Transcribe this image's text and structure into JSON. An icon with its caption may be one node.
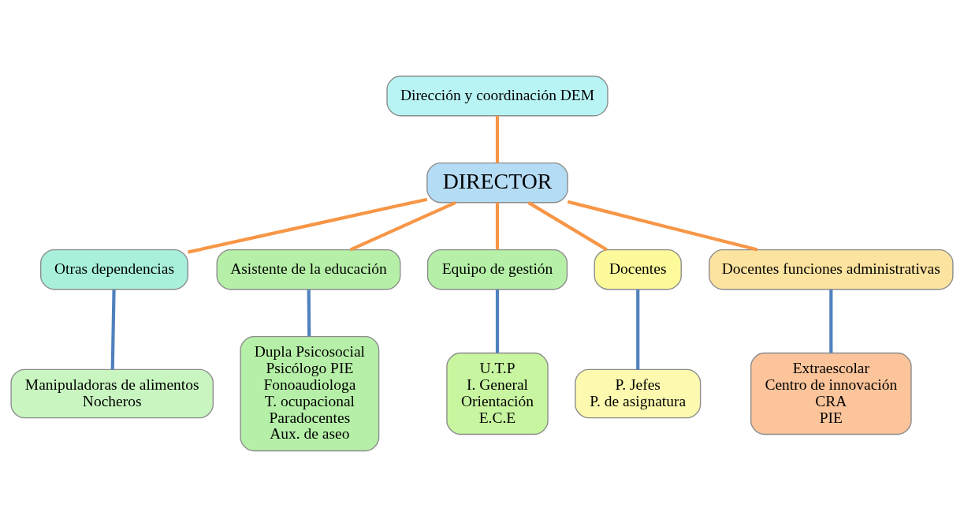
{
  "diagram": {
    "nodes": [
      {
        "text": [
          "Dirección y coordinación DEM"
        ]
      },
      {
        "text": [
          "DIRECTOR"
        ]
      },
      {
        "text": [
          "Otras dependencias"
        ]
      },
      {
        "text": [
          "Asistente de la educación"
        ]
      },
      {
        "text": [
          "Equipo de gestión"
        ]
      },
      {
        "text": [
          "Docentes"
        ]
      },
      {
        "text": [
          "Docentes funciones administrativas"
        ]
      },
      {
        "text": [
          "Manipuladoras de alimentos",
          "Nocheros"
        ]
      },
      {
        "text": [
          "Dupla Psicosocial",
          "Psicólogo PIE",
          "Fonoaudiologa",
          "T. ocupacional",
          "Paradocentes",
          "Aux. de aseo"
        ]
      },
      {
        "text": [
          "U.T.P",
          "I. General",
          "Orientación",
          "E.C.E"
        ]
      },
      {
        "text": [
          "P. Jefes",
          "P. de asignatura"
        ]
      },
      {
        "text": [
          "Extraescolar",
          "Centro de innovación",
          "CRA",
          "PIE"
        ]
      }
    ],
    "edges": [
      {
        "from": 0,
        "to": 1,
        "arrow": "none"
      },
      {
        "from": 1,
        "to": 2,
        "arrow": "none"
      },
      {
        "from": 1,
        "to": 3,
        "arrow": "none"
      },
      {
        "from": 1,
        "to": 4,
        "arrow": "none"
      },
      {
        "from": 1,
        "to": 5,
        "arrow": "none"
      },
      {
        "from": 1,
        "to": 6,
        "arrow": "none"
      },
      {
        "from": 2,
        "to": 7,
        "arrow": "none",
        "color": "#4f81bd"
      },
      {
        "from": 3,
        "to": 8,
        "arrow": "none",
        "color": "#4f81bd"
      },
      {
        "from": 4,
        "to": 9,
        "arrow": "none",
        "color": "#4f81bd"
      },
      {
        "from": 5,
        "to": 10,
        "arrow": "none",
        "color": "#4f81bd"
      },
      {
        "from": 6,
        "to": 11,
        "arrow": "none",
        "color": "#4f81bd"
      }
    ]
  }
}
